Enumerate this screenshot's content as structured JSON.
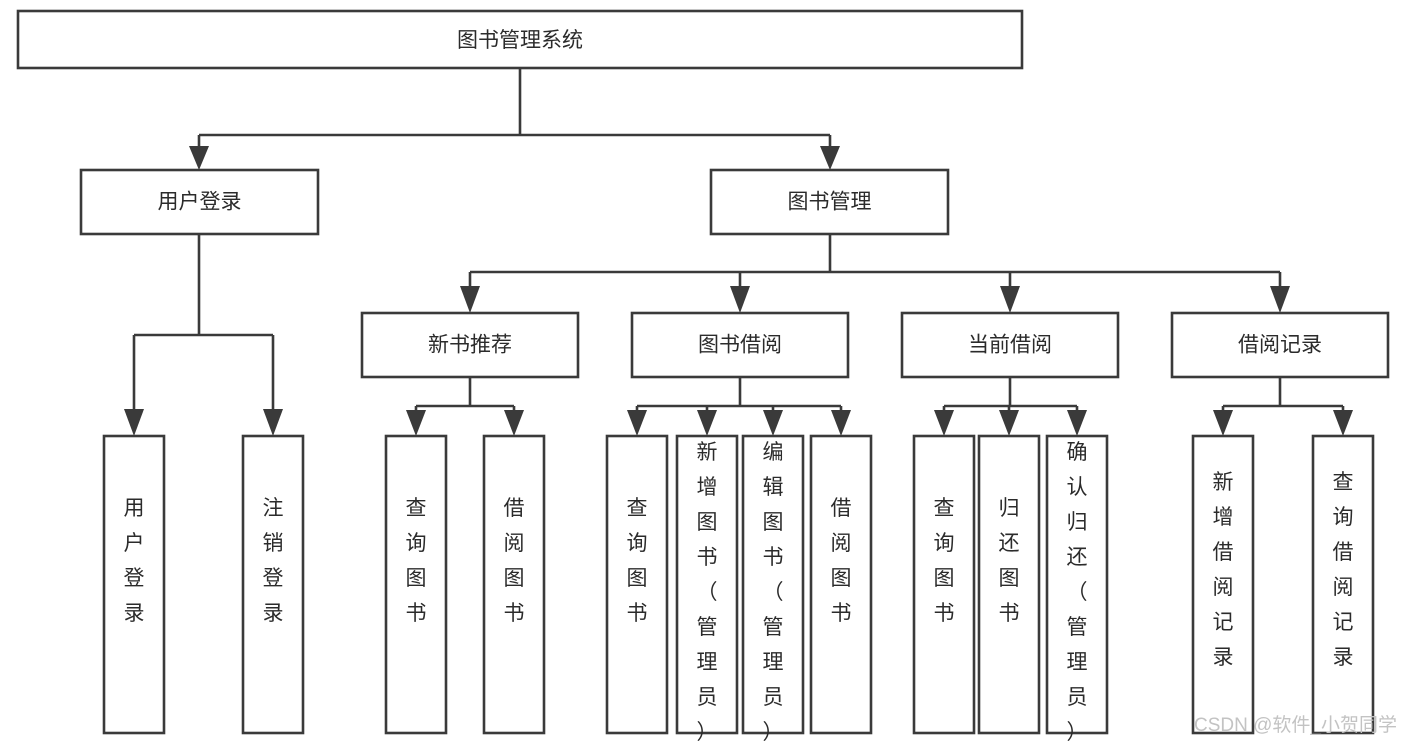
{
  "diagram": {
    "type": "tree-hierarchy",
    "title": "图书管理系统",
    "orientation": "top-down",
    "colors": {
      "box_stroke": "#3a3a3a",
      "box_fill": "#ffffff",
      "connector": "#3a3a3a",
      "text": "#2b2b2b",
      "background": "#ffffff",
      "watermark": "#c3c3c3"
    },
    "root": {
      "id": "root",
      "label": "图书管理系统"
    },
    "level2": [
      {
        "id": "user-login",
        "label": "用户登录"
      },
      {
        "id": "book-management",
        "label": "图书管理"
      }
    ],
    "level3": [
      {
        "id": "new-book-recommend",
        "label": "新书推荐",
        "parent": "book-management"
      },
      {
        "id": "book-borrow",
        "label": "图书借阅",
        "parent": "book-management"
      },
      {
        "id": "current-borrow",
        "label": "当前借阅",
        "parent": "book-management"
      },
      {
        "id": "borrow-record",
        "label": "借阅记录",
        "parent": "book-management"
      }
    ],
    "leaves": [
      {
        "id": "leaf-user-login",
        "label": "用户登录",
        "parent": "user-login"
      },
      {
        "id": "leaf-logout-login",
        "label": "注销登录",
        "parent": "user-login"
      },
      {
        "id": "leaf-query-book-1",
        "label": "查询图书",
        "parent": "new-book-recommend"
      },
      {
        "id": "leaf-borrow-book-1",
        "label": "借阅图书",
        "parent": "new-book-recommend"
      },
      {
        "id": "leaf-query-book-2",
        "label": "查询图书",
        "parent": "book-borrow"
      },
      {
        "id": "leaf-add-book",
        "label": "新增图书（管理员）",
        "parent": "book-borrow"
      },
      {
        "id": "leaf-edit-book",
        "label": "编辑图书（管理员）",
        "parent": "book-borrow"
      },
      {
        "id": "leaf-borrow-book-2",
        "label": "借阅图书",
        "parent": "book-borrow"
      },
      {
        "id": "leaf-query-book-3",
        "label": "查询图书",
        "parent": "current-borrow"
      },
      {
        "id": "leaf-return-book",
        "label": "归还图书",
        "parent": "current-borrow"
      },
      {
        "id": "leaf-confirm-return",
        "label": "确认归还（管理员）",
        "parent": "current-borrow"
      },
      {
        "id": "leaf-add-record",
        "label": "新增借阅记录",
        "parent": "borrow-record"
      },
      {
        "id": "leaf-query-record",
        "label": "查询借阅记录",
        "parent": "borrow-record"
      }
    ]
  },
  "watermark": {
    "text": "CSDN @软件_小贺同学"
  }
}
